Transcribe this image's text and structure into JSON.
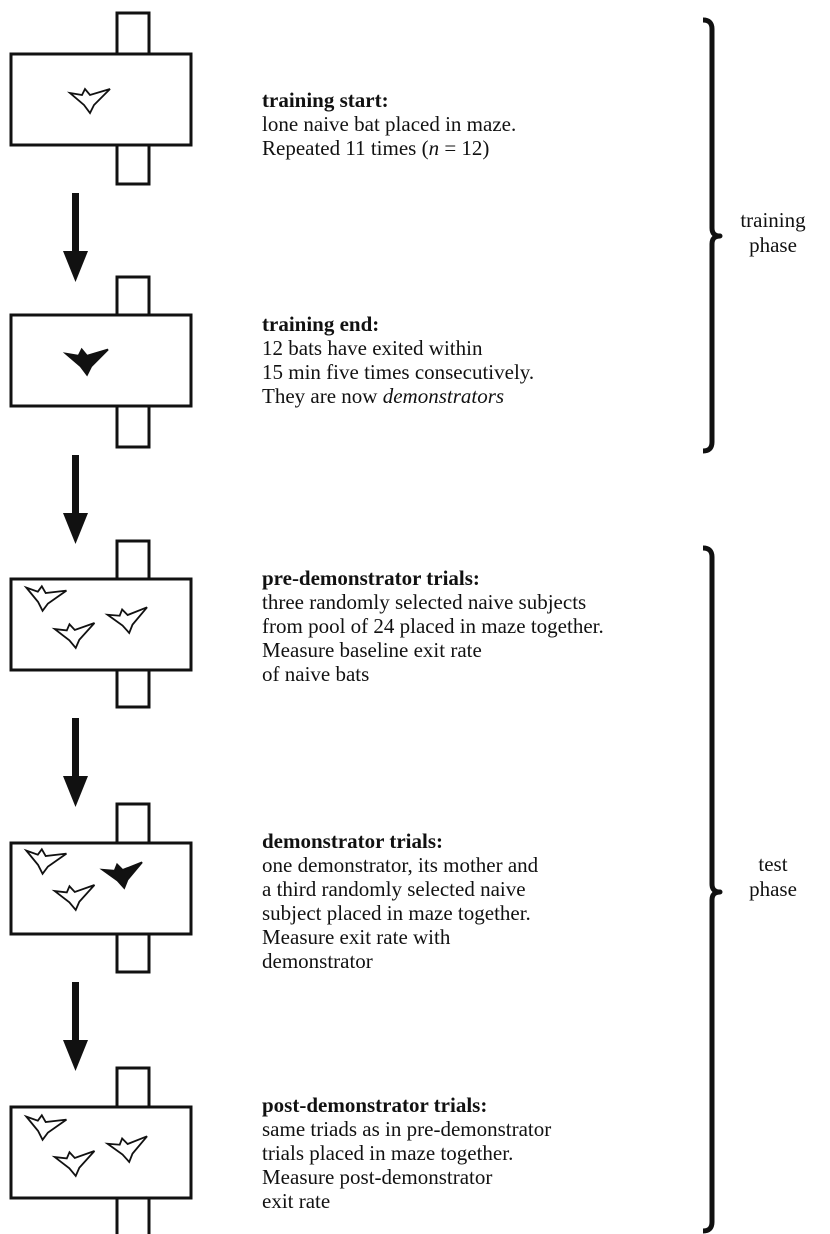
{
  "steps": [
    {
      "title": "training start:",
      "lines": [
        "lone naive bat placed in maze.",
        "Repeated 11 times (",
        "n",
        " = 12)"
      ]
    },
    {
      "title": "training end:",
      "lines": [
        "12 bats have exited within",
        "15 min five times consecutively.",
        "They are now ",
        "demonstrators"
      ]
    },
    {
      "title": "pre-demonstrator trials:",
      "lines": [
        "three randomly selected naive subjects",
        "from pool of 24 placed in maze together.",
        "Measure baseline exit rate",
        "of naive bats"
      ]
    },
    {
      "title": "demonstrator trials:",
      "lines": [
        "one demonstrator, its mother and",
        "a third randomly selected naive",
        "subject placed in maze together.",
        "Measure exit rate with",
        "demonstrator"
      ]
    },
    {
      "title": "post-demonstrator trials:",
      "lines": [
        "same triads as in pre-demonstrator",
        "trials placed in maze together.",
        "Measure post-demonstrator",
        "exit rate"
      ]
    }
  ],
  "phases": [
    {
      "line1": "training",
      "line2": "phase"
    },
    {
      "line1": "test",
      "line2": "phase"
    }
  ],
  "colors": {
    "ink": "#111111",
    "background": "#ffffff"
  }
}
